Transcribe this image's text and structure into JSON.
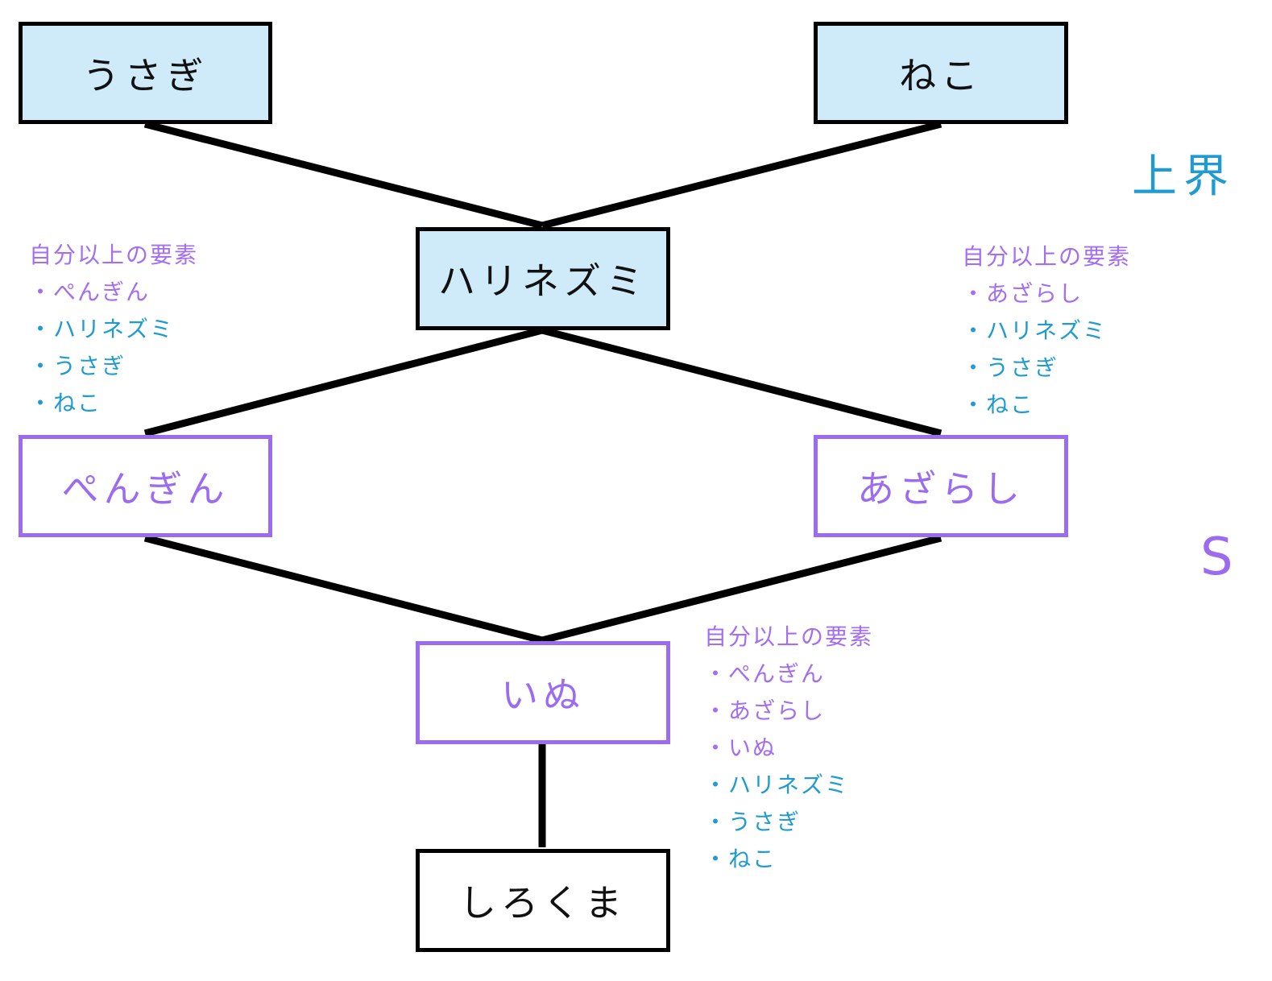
{
  "colors": {
    "upper_fill": "#cfeaf8",
    "upper_text": "#1f9bd1",
    "s_border": "#9b6cf0",
    "s_text": "#a46ef0",
    "edge": "#000000"
  },
  "nodes": {
    "usagi": "うさぎ",
    "neko": "ねこ",
    "harinezumi": "ハリネズミ",
    "pengin": "ぺんぎん",
    "azarashi": "あざらし",
    "inu": "いぬ",
    "shirokuma": "しろくま"
  },
  "labels": {
    "upper_bound": "上界",
    "set_s": "S"
  },
  "lists": {
    "pengin": {
      "heading": "自分以上の要素",
      "items": [
        "・ぺんぎん",
        "・ハリネズミ",
        "・うさぎ",
        "・ねこ"
      ]
    },
    "azarashi": {
      "heading": "自分以上の要素",
      "items": [
        "・あざらし",
        "・ハリネズミ",
        "・うさぎ",
        "・ねこ"
      ]
    },
    "inu": {
      "heading": "自分以上の要素",
      "items": [
        "・ぺんぎん",
        "・あざらし",
        "・いぬ",
        "・ハリネズミ",
        "・うさぎ",
        "・ねこ"
      ]
    }
  }
}
